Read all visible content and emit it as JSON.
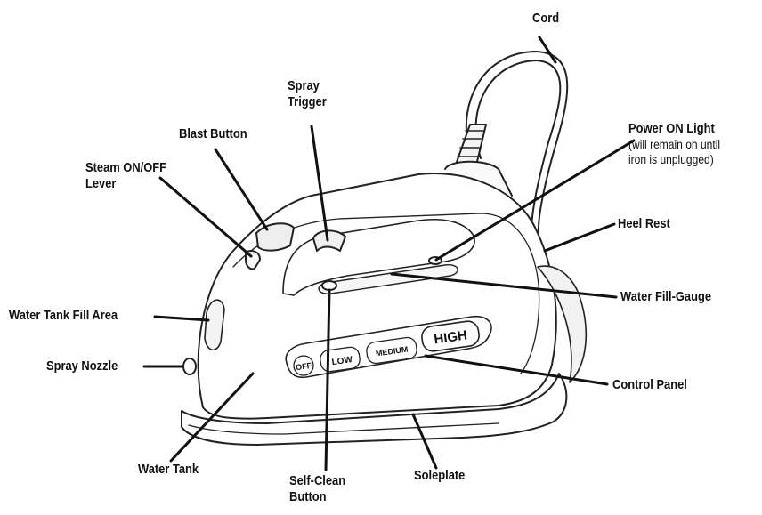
{
  "diagram": {
    "labels": {
      "cord": "Cord",
      "spray_trigger": [
        "Spray",
        "Trigger"
      ],
      "blast_button": "Blast Button",
      "steam_lever": [
        "Steam ON/OFF",
        "Lever"
      ],
      "power_light": "Power ON Light",
      "power_light_note": [
        "(will remain on until",
        "iron is unplugged)"
      ],
      "heel_rest": "Heel Rest",
      "water_fill_gauge": "Water Fill-Gauge",
      "water_tank_fill_area": "Water Tank Fill Area",
      "spray_nozzle": "Spray Nozzle",
      "control_panel": "Control Panel",
      "water_tank": "Water Tank",
      "soleplate": "Soleplate",
      "self_clean_button": [
        "Self-Clean",
        "Button"
      ]
    },
    "panel_buttons": [
      "OFF",
      "LOW",
      "MEDIUM",
      "HIGH"
    ]
  }
}
